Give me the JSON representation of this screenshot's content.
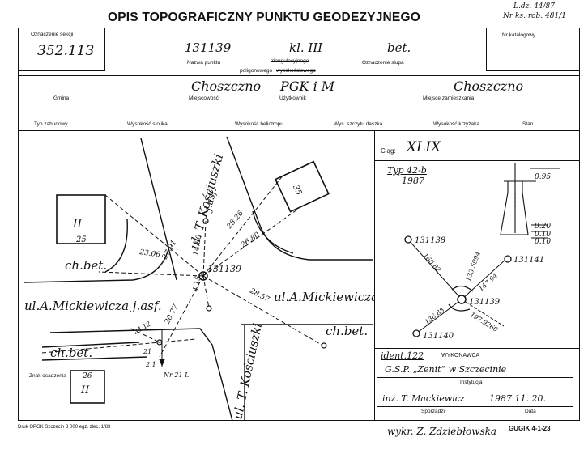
{
  "header": {
    "title": "OPIS TOPOGRAFICZNY PUNKTU GEODEZYJNEGO",
    "ldz": "L.dz. 44/87",
    "nr_ks": "Nr ks. rob. 481/1"
  },
  "row1": {
    "oznaczenie_sekcji_label": "Oznaczenie sekcji",
    "oznaczenie_sekcji": "352.113",
    "point_number": "131139",
    "class": "kl. III",
    "marker": "bet.",
    "nazwa_punktu_label": "Nazwa punktu",
    "struck_type": "triangulacyjnego",
    "poligonowego_label": "poligonowego",
    "struck_type2": "wysokościowego",
    "oznaczenie_slupa_label": "Oznaczenie słupa",
    "nr_katalogowy_label": "Nr katalogowy"
  },
  "row2": {
    "gmina_label": "Gmina",
    "miejscowosc": "Choszczno",
    "miejscowosc_label": "Miejscowość",
    "uzytkownik": "PGK i M",
    "uzytkownik_label": "Użytkownik",
    "miejsce": "Choszczno",
    "miejsce_label": "Miejsce zamieszkania"
  },
  "row3": {
    "labels": [
      "Typ zabudowy",
      "Wysokość stolika",
      "Wysokość heliotropu",
      "Wys. szczytu daszka",
      "Wysokość krzyżaka",
      "Stan"
    ]
  },
  "sketch": {
    "street1": "ul. T. Kościuszki",
    "street1_suffix": "j.asf.",
    "street2": "ul.A.Mickiewicza j.asf.",
    "street3": "ul.A.Mickiewicza",
    "street4": "ul. T. Kościuszki",
    "building1": "II",
    "building1_no": "25",
    "building2": "35",
    "building3": "II",
    "building3_no": "26",
    "chbet": [
      "ch.bet.",
      "ch.bet.",
      "ch.bet."
    ],
    "center": "131139",
    "dists": [
      "23.06",
      "27.91",
      "14.60",
      "28.26",
      "26.80",
      "4.15",
      "28.57",
      "20.77",
      "24.12",
      "21",
      "2.1"
    ],
    "znak_label": "Znak osadzenia",
    "north": "Nr 21 L"
  },
  "right": {
    "ciag_label": "Ciąg:",
    "ciag": "XLIX",
    "typ": "Typ 42-b",
    "year": "1987",
    "dims": [
      "0.95",
      "0.20",
      "0.10",
      "0.10"
    ],
    "points": [
      "131138",
      "131141",
      "131139",
      "131140"
    ],
    "dists": [
      "160.82",
      "133.5994",
      "147.94",
      "136.88",
      "197.9260"
    ]
  },
  "footer": {
    "ident": "ident.122",
    "wykonawca_label": "WYKONAWCA",
    "instytucja": "G.S.P. „Zenit” w Szczecinie",
    "instytucja_label": "Instytucja",
    "sporzadzil": "inż. T. Mackiewicz",
    "date": "1987 11. 20.",
    "sporzadzil_label": "Sporządził",
    "data_label": "Data",
    "druk": "Druk OPGK Szczecin 8 000 egz. zlec. 1/83",
    "wykr": "wykr. Z. Zdziebłowska",
    "gugik": "GUGIK 4-1-23"
  }
}
